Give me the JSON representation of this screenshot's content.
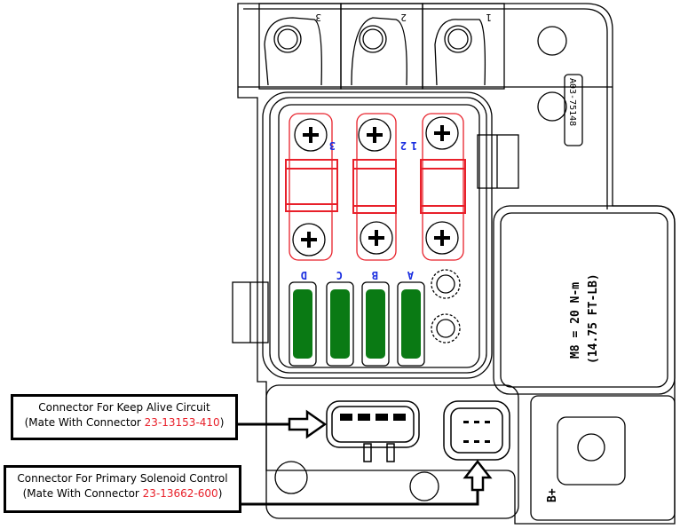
{
  "title": "Solenoid / Relay Box Connector Diagram",
  "callouts": [
    {
      "name": "keep-alive-connector",
      "line1": "Connector For Keep Alive Circuit",
      "prefix": "(Mate With Connector ",
      "part_number": "23-13153-410",
      "suffix": ")"
    },
    {
      "name": "primary-solenoid-connector",
      "line1": "Connector For Primary Solenoid Control",
      "prefix": "(Mate With Connector ",
      "part_number": "23-13662-600",
      "suffix": ")"
    }
  ],
  "diagram": {
    "top_terminal_labels": [
      "3",
      "2",
      "1"
    ],
    "busbar_labels": [
      "3",
      "2",
      "1"
    ],
    "fuse_labels": [
      "D",
      "C",
      "B",
      "A"
    ],
    "part_marking": "A03-75148",
    "torque_spec_line1": "M8 = 20 N-m",
    "torque_spec_line2": "(14.75 FT-LB)",
    "battery_terminal_label": "B+",
    "colors": {
      "busbar": "#e8202a",
      "fuse": "#0a7a14",
      "label_blue": "#1a2ee0",
      "part_number_red": "#e8202a",
      "outline": "#000000"
    }
  }
}
